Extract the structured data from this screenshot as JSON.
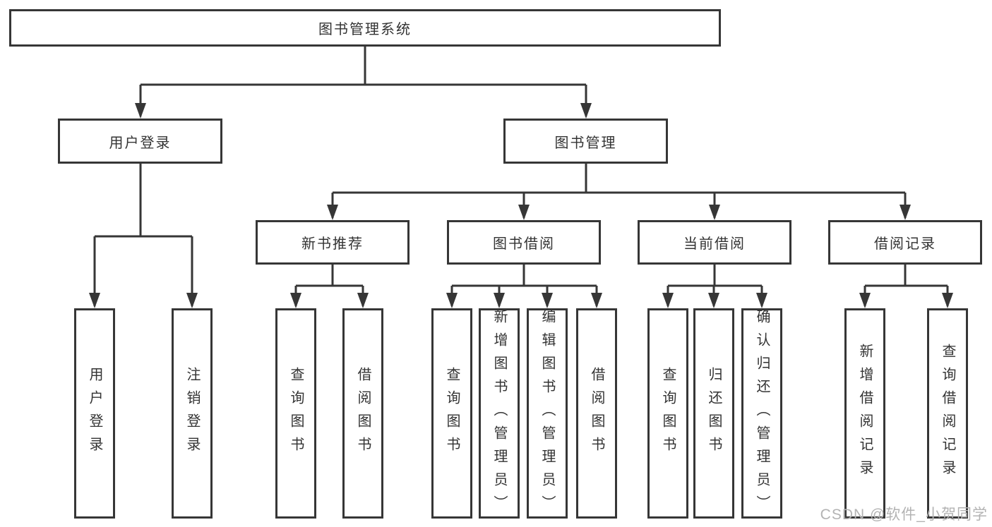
{
  "watermark": "CSDN @软件_小贺同学",
  "colors": {
    "line": "#363636",
    "box_border": "#363636",
    "text": "#333333",
    "background": "#ffffff",
    "watermark": "#b3b3b3"
  },
  "tree": {
    "root": "图书管理系统",
    "level2": [
      "用户登录",
      "图书管理"
    ],
    "level3": [
      "新书推荐",
      "图书借阅",
      "当前借阅",
      "借阅记录"
    ],
    "leaves": [
      [
        "用户登录",
        "注销登录"
      ],
      [
        "查询图书",
        "借阅图书"
      ],
      [
        "查询图书",
        "新增图书（管理员）",
        "编辑图书（管理员）",
        "借阅图书"
      ],
      [
        "查询图书",
        "归还图书",
        "确认归还（管理员）"
      ],
      [
        "新增借阅记录",
        "查询借阅记录"
      ]
    ]
  }
}
